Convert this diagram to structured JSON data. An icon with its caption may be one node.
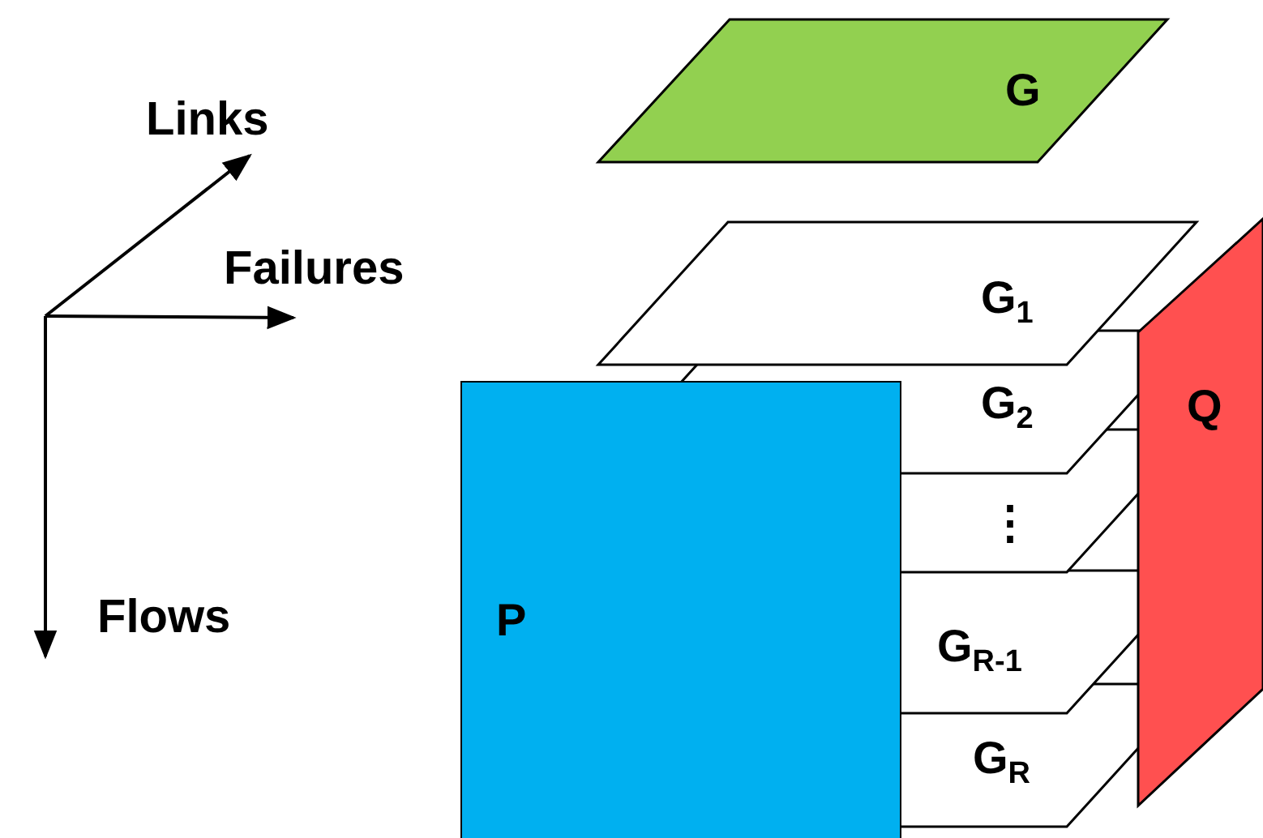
{
  "diagram": {
    "nodes": [
      {
        "text": [
          "G"
        ]
      },
      {
        "text": [
          "G$_{1}$"
        ]
      },
      {
        "text": [
          "G$_{2}$"
        ]
      },
      {
        "text": [
          "⋮"
        ]
      },
      {
        "text": [
          "G$_{R-1}$"
        ]
      },
      {
        "text": [
          "G$_{R}$"
        ]
      },
      {
        "text": [
          "P"
        ]
      },
      {
        "text": [
          "Q"
        ]
      }
    ],
    "labels": [
      "Links",
      "Failures",
      "Flows"
    ]
  }
}
